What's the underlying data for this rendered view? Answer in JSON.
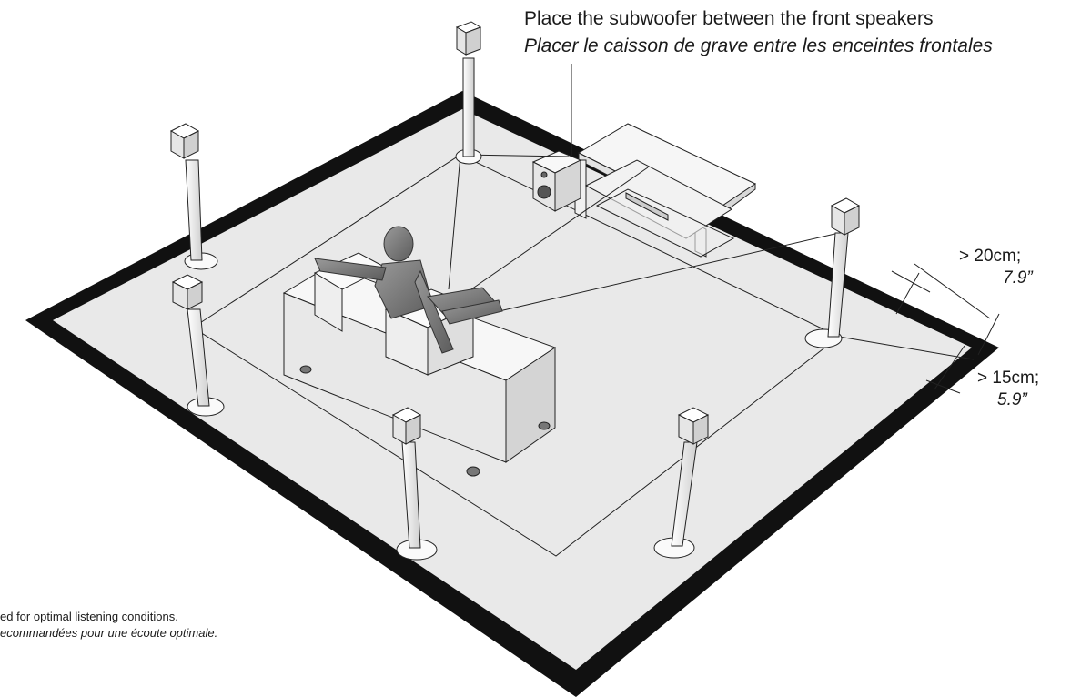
{
  "callouts": {
    "subwoofer_en": "Place the subwoofer between the front speakers",
    "subwoofer_fr": "Placer le caisson de grave entre les enceintes frontales",
    "clearance_wall": "> 20cm;",
    "clearance_wall_in": "7.9”",
    "clearance_side": "> 15cm;",
    "clearance_side_in": "5.9”",
    "footer_en": "ed for optimal listening conditions.",
    "footer_fr": "ecommandées pour une écoute optimale."
  },
  "colors": {
    "room_border": "#111111",
    "floor": "#e8e8e8",
    "furniture": "#f4f4f4",
    "line": "#222222",
    "figure": "#7a7a7a"
  }
}
